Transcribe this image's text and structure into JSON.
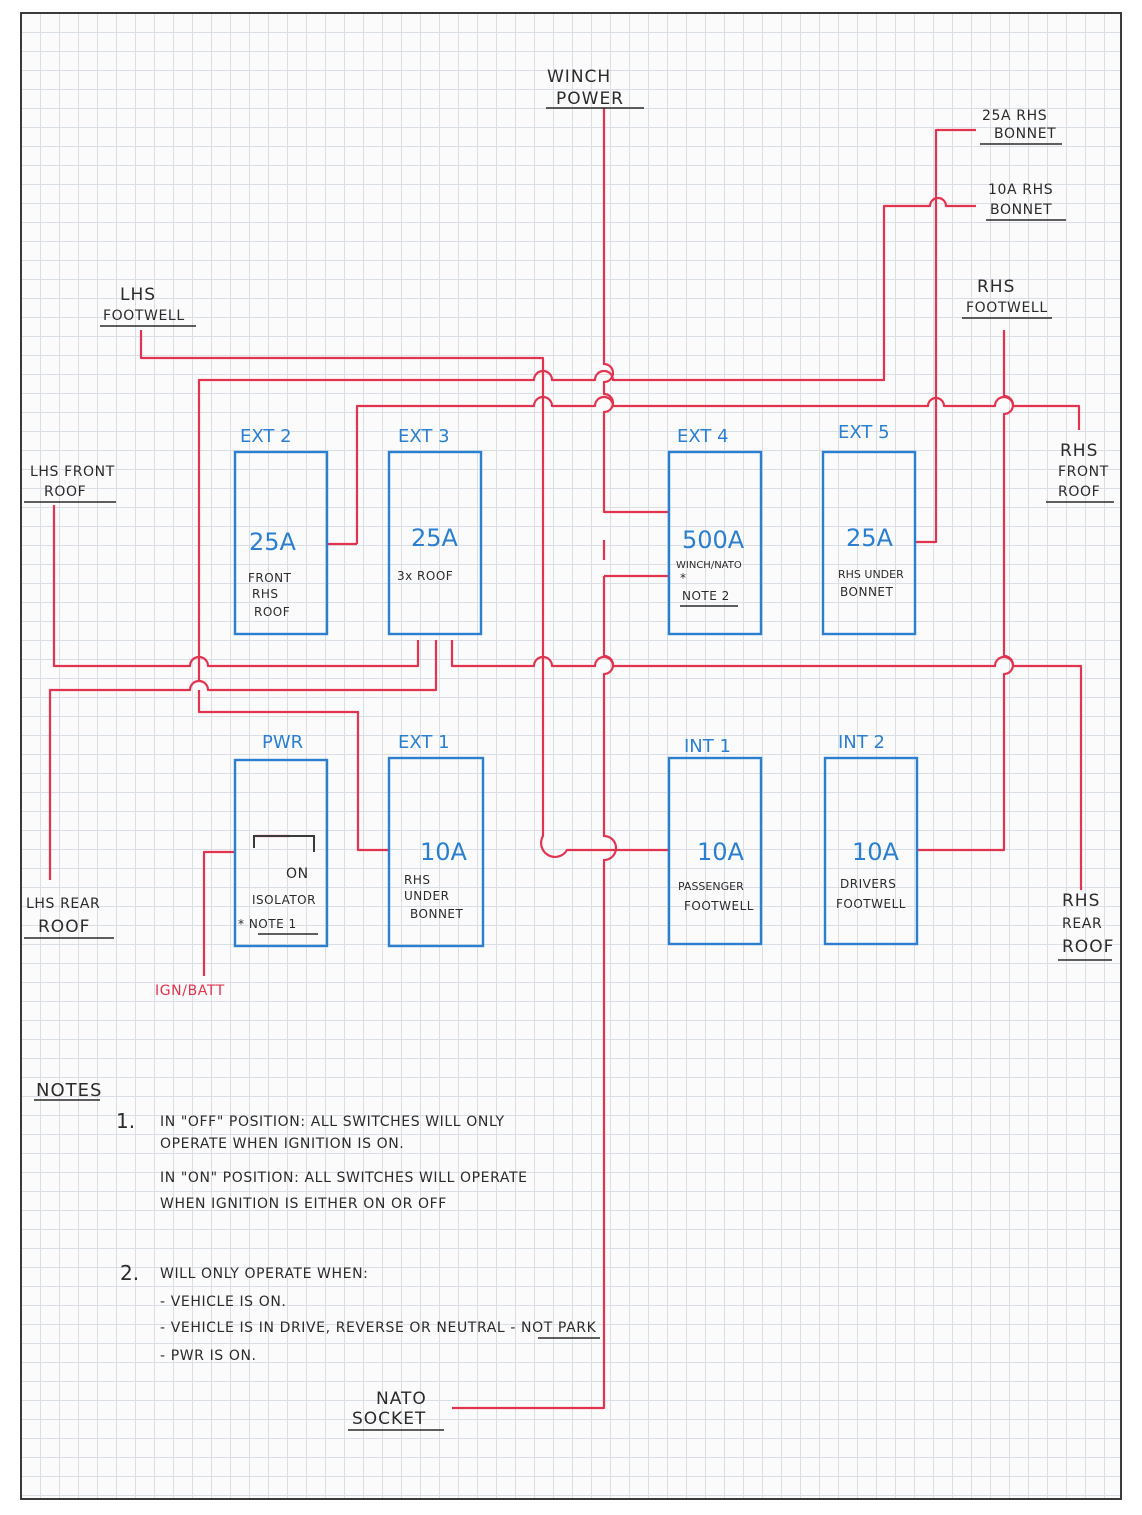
{
  "labels": {
    "winch_power": [
      "WINCH",
      "POWER"
    ],
    "rhs_bonnet_25a": [
      "25A RHS",
      "BONNET"
    ],
    "rhs_bonnet_10a": [
      "10A RHS",
      "BONNET"
    ],
    "lhs_footwell": [
      "LHS",
      "FOOTWELL"
    ],
    "rhs_footwell": [
      "RHS",
      "FOOTWELL"
    ],
    "lhs_front_roof": [
      "LHS FRONT",
      "ROOF"
    ],
    "rhs_front_roof": [
      "RHS",
      "FRONT",
      "ROOF"
    ],
    "lhs_rear_roof": [
      "LHS REAR",
      "ROOF"
    ],
    "rhs_rear_roof": [
      "RHS",
      "REAR",
      "ROOF"
    ],
    "nato_socket": [
      "NATO",
      "SOCKET"
    ],
    "ign_batt": "IGN/BATT"
  },
  "switches": [
    {
      "name": "EXT 2",
      "rating": "25A",
      "desc": [
        "FRONT",
        "RHS",
        "ROOF"
      ]
    },
    {
      "name": "EXT 3",
      "rating": "25A",
      "desc": [
        "3x ROOF"
      ]
    },
    {
      "name": "EXT 4",
      "rating": "500A",
      "desc": [
        "WINCH/NATO",
        "*",
        "NOTE 2"
      ]
    },
    {
      "name": "EXT 5",
      "rating": "25A",
      "desc": [
        "RHS UNDER",
        "BONNET"
      ]
    },
    {
      "name": "PWR",
      "rating": "ON",
      "desc": [
        "ISOLATOR",
        "* NOTE 1"
      ]
    },
    {
      "name": "EXT 1",
      "rating": "10A",
      "desc": [
        "RHS",
        "UNDER",
        "BONNET"
      ]
    },
    {
      "name": "INT 1",
      "rating": "10A",
      "desc": [
        "PASSENGER",
        "FOOTWELL"
      ]
    },
    {
      "name": "INT 2",
      "rating": "10A",
      "desc": [
        "DRIVERS",
        "FOOTWELL"
      ]
    }
  ],
  "notes": {
    "title": "NOTES",
    "items": [
      {
        "num": "1.",
        "lines": [
          "IN \"OFF\" POSITION: ALL SWITCHES WILL ONLY",
          "OPERATE WHEN IGNITION IS ON.",
          "IN \"ON\" POSITION: ALL SWITCHES WILL OPERATE",
          "WHEN IGNITION IS EITHER ON OR OFF"
        ]
      },
      {
        "num": "2.",
        "lines": [
          "WILL ONLY OPERATE WHEN:",
          "- VEHICLE IS ON.",
          "- VEHICLE IS IN DRIVE, REVERSE OR NEUTRAL - NOT PARK",
          "- PWR IS ON."
        ]
      }
    ]
  },
  "colors": {
    "wire": "#e2334f",
    "switch": "#2a7fd0",
    "text": "#2b2b2b",
    "grid": "#dadfe6"
  }
}
